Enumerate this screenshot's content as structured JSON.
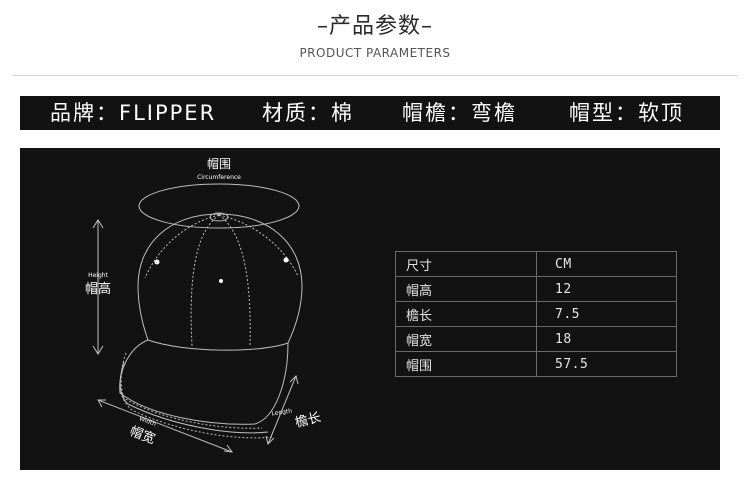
{
  "header": {
    "title_cn": "–产品参数–",
    "title_en": "PRODUCT PARAMETERS"
  },
  "specs": [
    {
      "label": "品牌：FLIPPER"
    },
    {
      "label": "材质：棉"
    },
    {
      "label": "帽檐：弯檐"
    },
    {
      "label": "帽型：软顶"
    }
  ],
  "diagram": {
    "circumference_cn": "帽围",
    "circumference_en": "Circumference",
    "height_en": "Height",
    "height_cn": "帽高",
    "width_en": "Width",
    "width_cn": "帽宽",
    "length_en": "Length",
    "length_cn": "檐长"
  },
  "size_table": {
    "header": [
      "尺寸",
      "CM"
    ],
    "rows": [
      [
        "帽高",
        "12"
      ],
      [
        "檐长",
        "7.5"
      ],
      [
        "帽宽",
        "18"
      ],
      [
        "帽围",
        "57.5"
      ]
    ]
  },
  "colors": {
    "bar_background": "#121212",
    "panel_background": "#121212",
    "text_light": "#e4e4e4"
  }
}
